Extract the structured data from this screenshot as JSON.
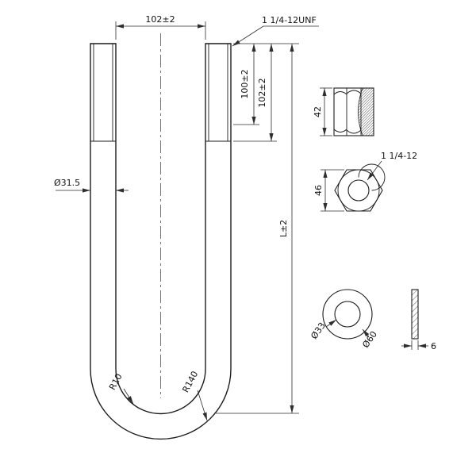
{
  "colors": {
    "background": "#ffffff",
    "line": "#1c1c1c"
  },
  "ubolt": {
    "dim_top_width": "102±2",
    "thread_callout": "1 1/4-12UNF",
    "dim_thread_len_a": "100±2",
    "dim_thread_len_b": "102±2",
    "dim_rod_dia": "Ø31.5",
    "dim_overall_len": "L±2",
    "dim_radius_inner": "R10",
    "dim_radius_outer": "R140"
  },
  "nut": {
    "dim_height": "42",
    "dim_across_flats": "46",
    "thread_callout": "1 1/4-12"
  },
  "washer": {
    "dim_inner_dia": "Ø33",
    "dim_outer_dia": "Ø60",
    "dim_thickness": "6"
  }
}
